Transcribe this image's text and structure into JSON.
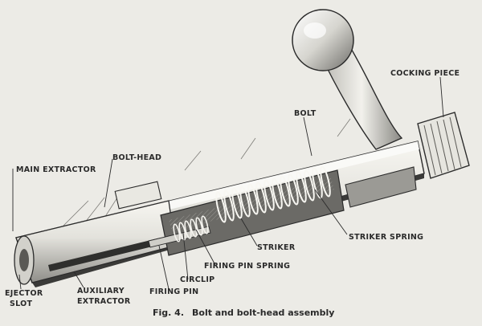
{
  "figure": {
    "caption_number": "Fig. 4.",
    "caption_title": "Bolt and bolt-head assembly"
  },
  "labels": {
    "main_extractor": "MAIN EXTRACTOR",
    "bolt_head": "BOLT-HEAD",
    "bolt": "BOLT",
    "cocking_piece": "COCKING PIECE",
    "striker_spring": "STRIKER SPRING",
    "striker": "STRIKER",
    "firing_pin_spring": "FIRING PIN SPRING",
    "circlip": "CIRCLIP",
    "firing_pin": "FIRING PIN",
    "auxiliary_extractor_line1": "AUXILIARY",
    "auxiliary_extractor_line2": "EXTRACTOR",
    "ejector_slot_line1": "EJECTOR",
    "ejector_slot_line2": "SLOT"
  }
}
